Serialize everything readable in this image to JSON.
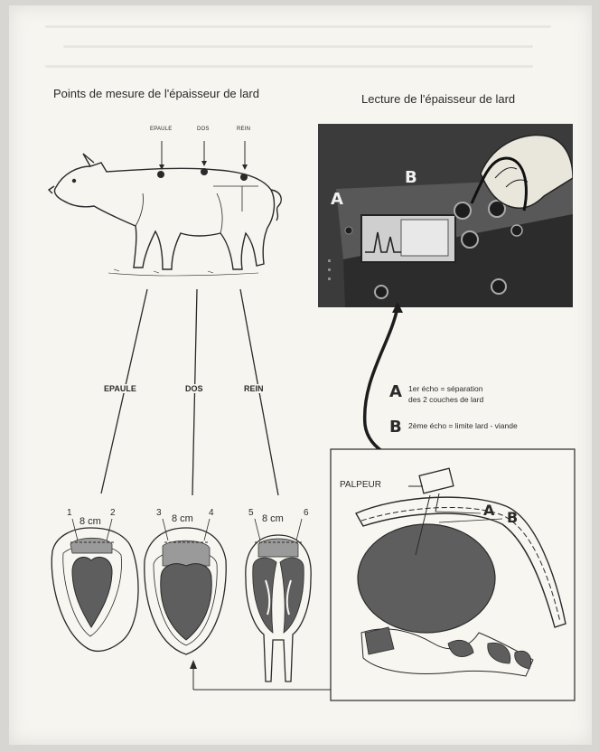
{
  "left_panel": {
    "title": "Points de mesure de l'épaisseur de lard",
    "pig_points": {
      "epaule": "EPAULE",
      "dos": "DOS",
      "rein": "REIN"
    },
    "line_labels": {
      "epaule": "EPAULE",
      "dos": "DOS",
      "rein": "REIN"
    },
    "cross_sections": [
      {
        "left_num": "1",
        "right_num": "2",
        "distance": "8 cm"
      },
      {
        "left_num": "3",
        "right_num": "4",
        "distance": "8 cm"
      },
      {
        "left_num": "5",
        "right_num": "6",
        "distance": "8 cm"
      }
    ]
  },
  "right_panel": {
    "title": "Lecture de l'épaisseur de lard",
    "screen_labels": {
      "a": "A",
      "b": "B"
    },
    "legend": [
      {
        "letter": "A",
        "text_line1": "1er écho = séparation",
        "text_line2": "des 2 couches de lard"
      },
      {
        "letter": "B",
        "text_line1": "2ème écho = limite lard - viande",
        "text_line2": ""
      }
    ],
    "section_box": {
      "probe_label": "PALPEUR",
      "a": "A",
      "b": "B"
    }
  },
  "colors": {
    "paper": "#f6f5f0",
    "ink": "#2a2a2a",
    "muscle": "#5e5e5e",
    "apparatus": "#3a3a3a"
  }
}
